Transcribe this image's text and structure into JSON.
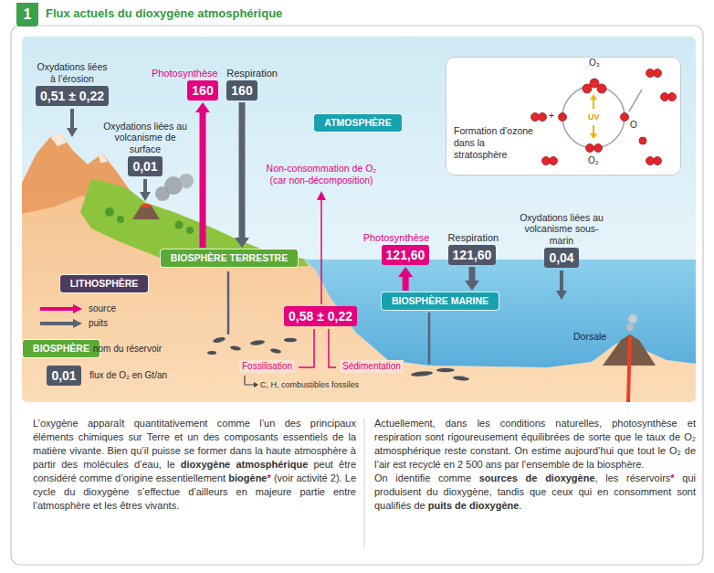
{
  "diagram": {
    "title": "Flux actuels du dioxygène atmosphérique",
    "nodes": [
      {
        "text": [
          "1"
        ]
      },
      {
        "text": [
          "Oxydations liées à l’érosion",
          "0,51 ± 0,22"
        ]
      },
      {
        "text": [
          "Photosynthèse",
          "160"
        ]
      },
      {
        "text": [
          "Respiration",
          "160"
        ]
      },
      {
        "text": [
          "Oxydations liées au volcanisme de surface",
          "0,01"
        ]
      },
      {
        "text": [
          "ATMOSPHÈRE"
        ]
      },
      {
        "text": [
          "Formation d’ozone dans la stratosphère"
        ]
      },
      {
        "text": [
          "BIOSPHÈRE TERRESTRE"
        ]
      },
      {
        "text": [
          "Photosynthèse",
          "121,60"
        ]
      },
      {
        "text": [
          "Respiration",
          "121,60"
        ]
      },
      {
        "text": [
          "Oxydations liées au volcanisme sous-marin",
          "0,04"
        ]
      },
      {
        "text": [
          "LITHOSPHÈRE"
        ]
      },
      {
        "text": [
          "BIOSPHÈRE MARINE"
        ]
      },
      {
        "text": [
          "0,58 ± 0,22"
        ]
      },
      {
        "text": [
          "BIOSPHÈRE"
        ]
      },
      {
        "text": [
          "0,01"
        ]
      }
    ],
    "edges": [
      {
        "from": 7,
        "to": 2,
        "arrow": "to"
      },
      {
        "from": 3,
        "to": 7,
        "arrow": "to"
      },
      {
        "from": 12,
        "to": 8,
        "arrow": "to"
      },
      {
        "from": 9,
        "to": 12,
        "arrow": "to"
      }
    ],
    "labels": [
      "O₃",
      "+",
      "UV",
      "O",
      "O₂",
      "Non-consommation de O₂ (car non-décomposition)",
      "Fossilisation",
      "Sédimentation",
      "C, H, combustibles fossiles",
      "Dorsale",
      "L’oxygène apparaît quantitativement comme l’un des principaux éléments chimiques sur Terre et un des composants essentiels de la matière vivante. Bien qu’il puisse se former dans la haute atmosphère à partir des molécules d’eau, le",
      "dioxygène atmosphérique",
      "peut être considéré comme d’origine essentiellement",
      "biogène",
      "*",
      "(voir activité 2). Le cycle du dioxygène s’effectue d’ailleurs en majeure partie entre l’atmosphère et les êtres vivants.",
      "Actuellement, dans les conditions naturelles, photosynthèse et respiration sont rigoureusement équilibrées de sorte que le taux de O₂ atmosphérique reste constant. On estime aujourd’hui que tout le O₂ de l’air est recyclé en 2 500 ans par l’ensemble de la biosphère.",
      "On identifie comme",
      "sources de dioxygène",
      ", les réservoirs",
      "*",
      "qui produisent du dioxygène, tandis que ceux qui en consomment sont qualifiés de",
      "puits de dioxygène",
      "."
    ],
    "legend": [
      {
        "text": "source"
      },
      {
        "text": "puits"
      },
      {
        "text": "nom du réservoir"
      },
      {
        "text": "flux de O₂ en Gt/an"
      }
    ]
  }
}
